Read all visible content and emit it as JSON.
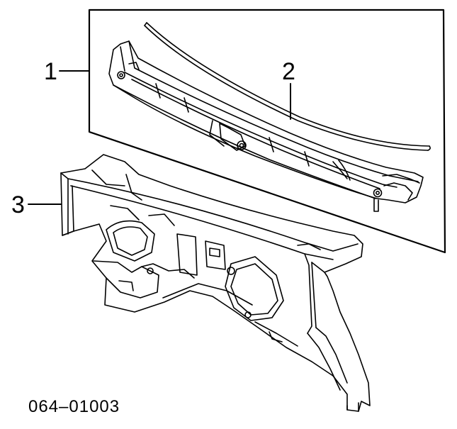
{
  "diagram": {
    "callouts": [
      {
        "id": "1",
        "label": "1"
      },
      {
        "id": "2",
        "label": "2"
      },
      {
        "id": "3",
        "label": "3"
      }
    ],
    "part_number": "064–01003"
  }
}
